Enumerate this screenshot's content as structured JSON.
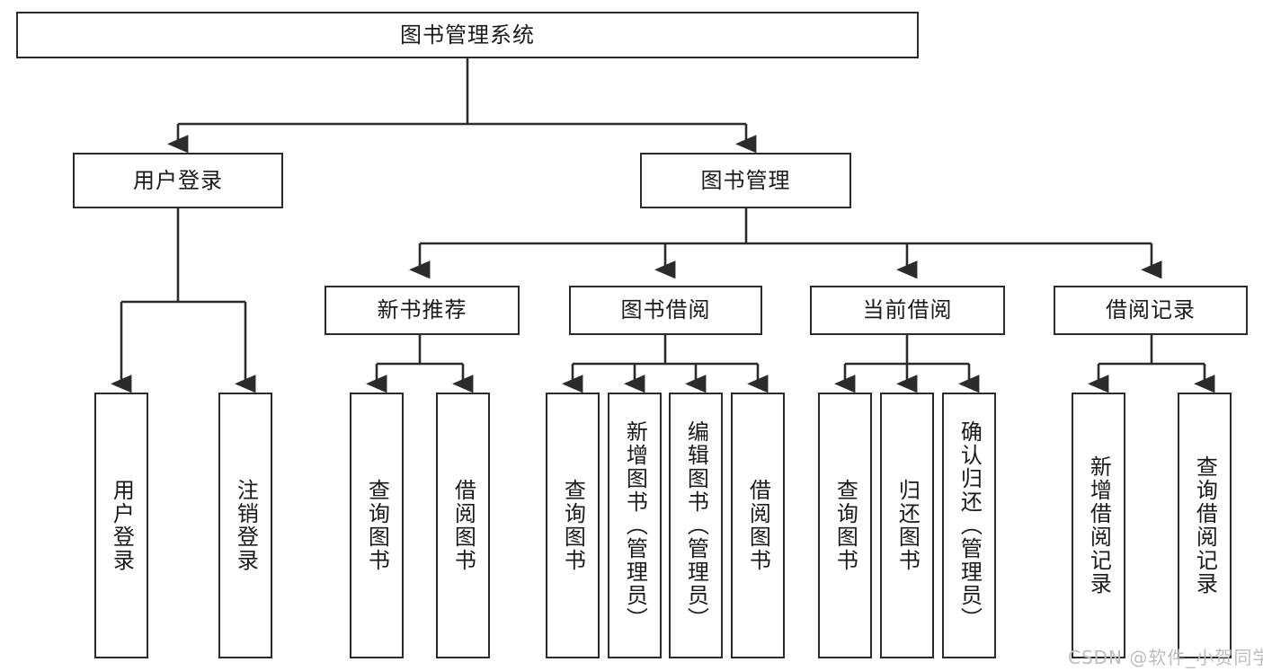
{
  "diagram": {
    "title": "图书管理系统",
    "type": "tree",
    "orientation": "top-down",
    "colors": {
      "box_border": "#2b2b2b",
      "box_fill": "#ffffff",
      "edge": "#2b2b2b",
      "background": "#ffffff",
      "watermark": "#bdbdbd"
    },
    "root": {
      "label": "图书管理系统"
    },
    "level2": [
      {
        "label": "用户登录"
      },
      {
        "label": "图书管理"
      }
    ],
    "level3": [
      {
        "label": "新书推荐"
      },
      {
        "label": "图书借阅"
      },
      {
        "label": "当前借阅"
      },
      {
        "label": "借阅记录"
      }
    ],
    "leaves": {
      "user_login": [
        {
          "label": "用户登录"
        },
        {
          "label": "注销登录"
        }
      ],
      "new_book_recommend": [
        {
          "label": "查询图书"
        },
        {
          "label": "借阅图书"
        }
      ],
      "book_borrow": [
        {
          "label": "查询图书"
        },
        {
          "label": "新增图书（管理员）"
        },
        {
          "label": "编辑图书（管理员）"
        },
        {
          "label": "借阅图书"
        }
      ],
      "current_borrow": [
        {
          "label": "查询图书"
        },
        {
          "label": "归还图书"
        },
        {
          "label": "确认归还（管理员）"
        }
      ],
      "borrow_record": [
        {
          "label": "新增借阅记录"
        },
        {
          "label": "查询借阅记录"
        }
      ]
    }
  },
  "watermark": {
    "text": "CSDN @软件_小贺同学"
  }
}
